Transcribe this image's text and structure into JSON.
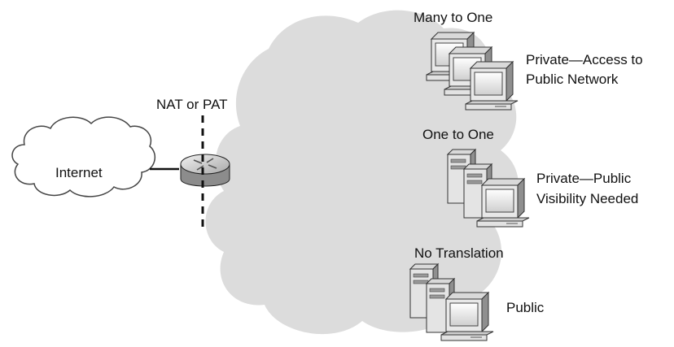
{
  "labels": {
    "internet": "Internet",
    "nat": "NAT or PAT",
    "many_to_one": "Many to One",
    "private_access_line1": "Private—Access to",
    "private_access_line2": "Public Network",
    "one_to_one": "One to One",
    "private_public_line1": "Private—Public",
    "private_public_line2": "Visibility Needed",
    "no_translation": "No Translation",
    "public": "Public"
  },
  "colors": {
    "large_cloud": "#dcdcdc",
    "internet_cloud_fill": "#ffffff",
    "internet_cloud_stroke": "#444444",
    "router_top": "#e6e6e6",
    "router_side": "#8c8c8c",
    "computer_light": "#e4e4e4",
    "computer_dark": "#9a9a9a"
  },
  "icons": {
    "router": "router-icon",
    "workstation": "workstation-icon",
    "server": "server-icon"
  }
}
